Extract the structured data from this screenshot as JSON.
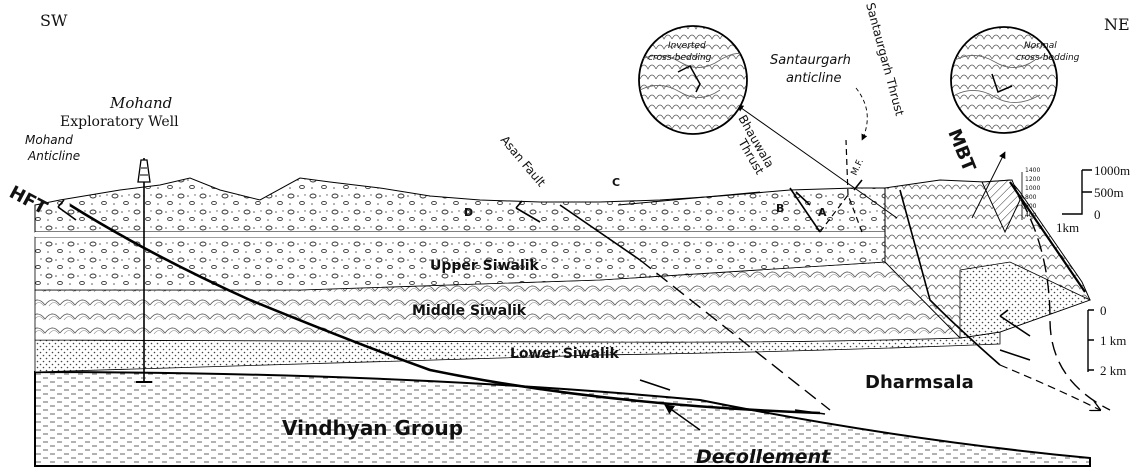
{
  "orientation": {
    "left": "SW",
    "right": "NE"
  },
  "well": {
    "name": "Mohand",
    "sub": "Exploratory Well"
  },
  "anticlines": {
    "mohand": [
      "Mohand",
      "Anticline"
    ],
    "santaurgarh": [
      "Santaurgarh",
      "anticline"
    ]
  },
  "faults": {
    "hft": "HFT",
    "mbt": "MBT",
    "asan": "Asan Fault",
    "bhauwala": [
      "Bhauwala",
      "Thrust"
    ],
    "santaurgarh_thrust": "Santaurgarh Thrust",
    "mf": "M.F."
  },
  "units": {
    "upper": "Upper Siwalik",
    "middle": "Middle Siwalik",
    "lower": "Lower Siwalik",
    "vindhyan": "Vindhyan Group",
    "dharmsala": "Dharmsala",
    "decollement": "Decollement"
  },
  "point_labels": [
    "A",
    "B",
    "C",
    "D"
  ],
  "insets": {
    "inverted": [
      "Inverted",
      "cross-bedding"
    ],
    "normal": [
      "Normal",
      "cross-bedding"
    ]
  },
  "elevation_scale": {
    "ticks": [
      "1400",
      "1200",
      "1000",
      "800",
      "600",
      "400"
    ],
    "top": "1000m",
    "mid": "500m",
    "zero": "0",
    "horizontal": "1km"
  },
  "depth_scale": [
    "0",
    "1 km",
    "2 km"
  ]
}
